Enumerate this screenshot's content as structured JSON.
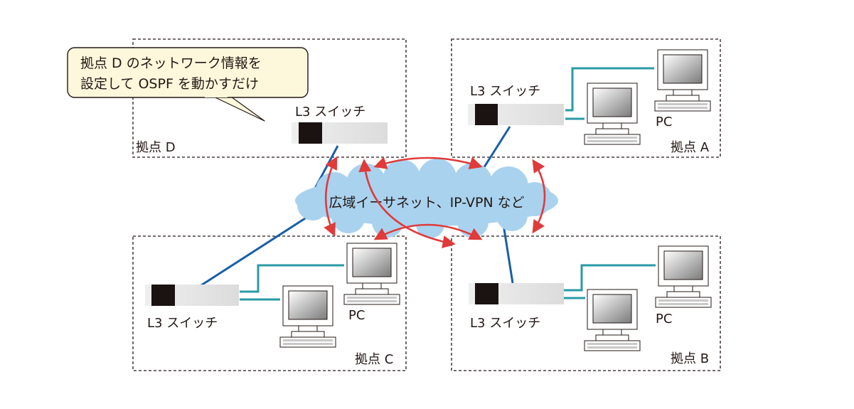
{
  "sites": {
    "d": {
      "name": "拠点 D",
      "switch_label": "L3 スイッチ"
    },
    "a": {
      "name": "拠点 A",
      "switch_label": "L3 スイッチ",
      "pc_label": "PC"
    },
    "c": {
      "name": "拠点 C",
      "switch_label": "L3 スイッチ",
      "pc_label": "PC"
    },
    "b": {
      "name": "拠点 B",
      "switch_label": "L3 スイッチ",
      "pc_label": "PC"
    }
  },
  "callout": {
    "line1": "拠点 D のネットワーク情報を",
    "line2": "設定して OSPF を動かすだけ"
  },
  "wan": {
    "label": "広域イーサネット、IP-VPN など"
  },
  "colors": {
    "uplink": "#1a5fa6",
    "lan": "#2a9aa6",
    "route_arrows": "#e03a3a",
    "cloud": "#a9d2ef",
    "callout_fill": "#fdf8dc",
    "switch_body": "#e4e4e4",
    "switch_port": "#1a1311"
  }
}
